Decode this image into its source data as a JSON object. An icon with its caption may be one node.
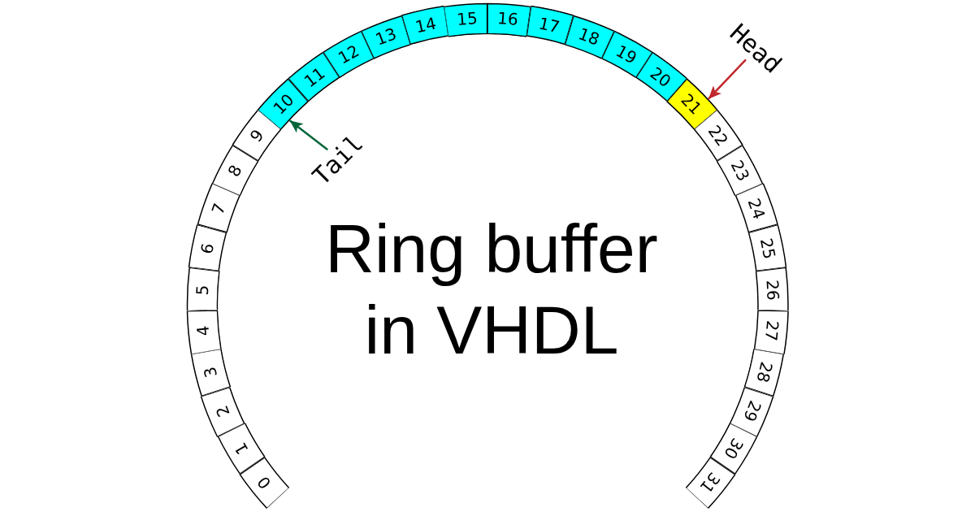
{
  "diagram": {
    "title": "Ring buffer in VHDL",
    "nodes": [
      {
        "text": [
          "0"
        ]
      },
      {
        "text": [
          "1"
        ]
      },
      {
        "text": [
          "2"
        ]
      },
      {
        "text": [
          "3"
        ]
      },
      {
        "text": [
          "4"
        ]
      },
      {
        "text": [
          "5"
        ]
      },
      {
        "text": [
          "6"
        ]
      },
      {
        "text": [
          "7"
        ]
      },
      {
        "text": [
          "8"
        ]
      },
      {
        "text": [
          "9"
        ]
      },
      {
        "text": [
          "10"
        ]
      },
      {
        "text": [
          "11"
        ]
      },
      {
        "text": [
          "12"
        ]
      },
      {
        "text": [
          "13"
        ]
      },
      {
        "text": [
          "14"
        ]
      },
      {
        "text": [
          "15"
        ]
      },
      {
        "text": [
          "16"
        ]
      },
      {
        "text": [
          "17"
        ]
      },
      {
        "text": [
          "18"
        ]
      },
      {
        "text": [
          "19"
        ]
      },
      {
        "text": [
          "20"
        ]
      },
      {
        "text": [
          "21"
        ]
      },
      {
        "text": [
          "22"
        ]
      },
      {
        "text": [
          "23"
        ]
      },
      {
        "text": [
          "24"
        ]
      },
      {
        "text": [
          "25"
        ]
      },
      {
        "text": [
          "26"
        ]
      },
      {
        "text": [
          "27"
        ]
      },
      {
        "text": [
          "28"
        ]
      },
      {
        "text": [
          "29"
        ]
      },
      {
        "text": [
          "30"
        ]
      },
      {
        "text": [
          "31"
        ]
      },
      {
        "text": [
          "Tail"
        ]
      },
      {
        "text": [
          "Head"
        ]
      }
    ],
    "edges": [
      {
        "from": 32,
        "to": 10,
        "arrow": "to",
        "color": "#00663a"
      },
      {
        "from": 33,
        "to": 21,
        "arrow": "to",
        "color": "#c1272d"
      }
    ]
  }
}
